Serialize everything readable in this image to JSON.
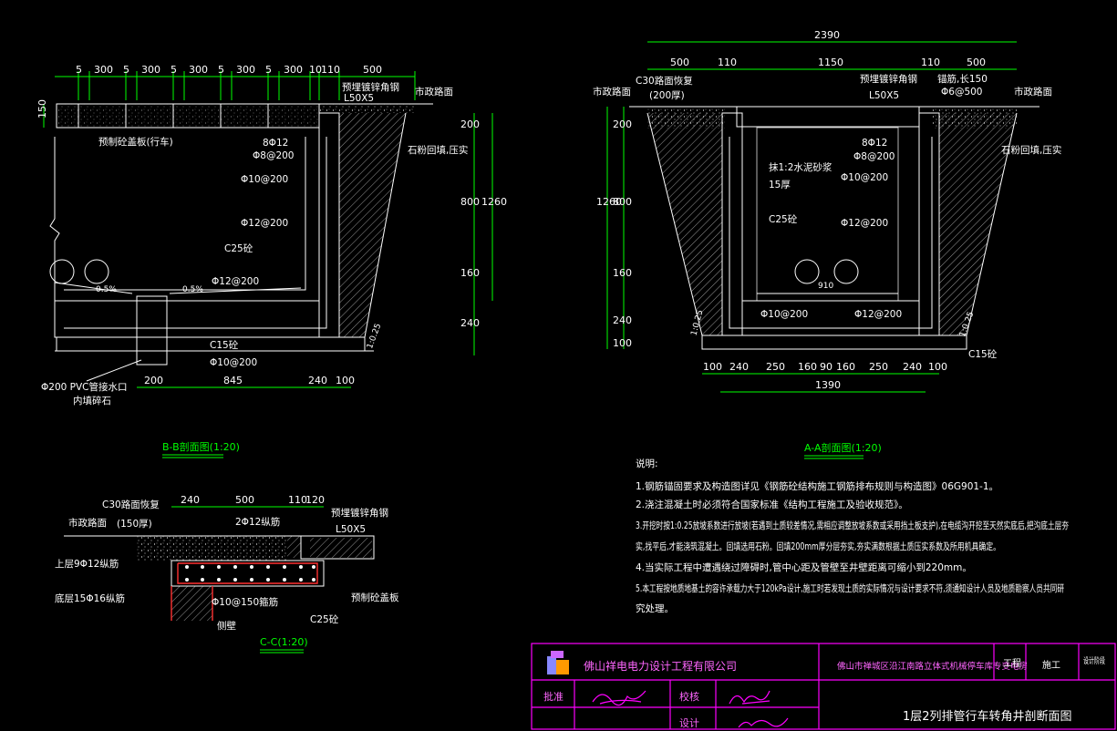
{
  "colors": {
    "background": "#000000",
    "dim": "#00ff00",
    "outline": "#ffffff",
    "label": "#ffffff",
    "rebar": "#ff3030",
    "title_box": "#ff00ff",
    "accent": "#00ffff"
  },
  "bb": {
    "top_dims": [
      "5",
      "300",
      "5",
      "300",
      "5",
      "300",
      "5",
      "300",
      "5",
      "300",
      "10",
      "110",
      "500"
    ],
    "left_dim": "150",
    "right_dims": [
      "200",
      "800",
      "1260",
      "160",
      "240"
    ],
    "bottom_dims": [
      "200",
      "845",
      "240",
      "100"
    ],
    "labels": {
      "angle": "预埋镀锌角钢",
      "angle_size": "L50X5",
      "road": "市政路面",
      "cover": "预制砼盖板(行车)",
      "backfill": "石粉回填,压实",
      "r1": "8Φ12",
      "r2": "Φ8@200",
      "r3": "Φ10@200",
      "r4": "Φ12@200",
      "c25": "C25砼",
      "r5": "Φ12@200",
      "c15": "C15砼",
      "r6": "Φ10@200",
      "slope1": "0.5%",
      "slope2": "0.5%",
      "pipe": "Φ200 PVC管接水口",
      "pipe2": "内填碎石",
      "ratio": "1:0.25"
    },
    "title": "B-B剖面图(1:20)"
  },
  "aa": {
    "top_total": "2390",
    "top_dims": [
      "500",
      "110",
      "1150",
      "110",
      "500"
    ],
    "left_dims": [
      "200",
      "800",
      "1260",
      "160",
      "240",
      "100"
    ],
    "bottom_dims": [
      "100",
      "240",
      "250",
      "160",
      "90",
      "160",
      "250",
      "240",
      "100"
    ],
    "bottom_total": "1390",
    "labels": {
      "c30": "C30路面恢复",
      "c30b": "(200厚)",
      "road_l": "市政路面",
      "angle": "预埋镀锌角钢",
      "angle_size": "L50X5",
      "rebar_top": "锚筋,长150",
      "rebar_top2": "Φ6@500",
      "road_r": "市政路面",
      "mortar": "抹1:2水泥砂浆",
      "mortar2": "15厚",
      "r1": "8Φ12",
      "r2": "Φ8@200",
      "r3": "Φ10@200",
      "r4": "Φ12@200",
      "c25": "C25砼",
      "backfill": "石粉回填,压实",
      "w910": "910",
      "r5": "Φ10@200",
      "r6": "Φ12@200",
      "ratio_l": "1:0.25",
      "ratio_r": "1:0.25",
      "c15": "C15砼"
    },
    "title": "A-A剖面图(1:20)"
  },
  "cc": {
    "top_dims": [
      "240",
      "500",
      "110",
      "120"
    ],
    "labels": {
      "c30": "C30路面恢复",
      "c30b": "(150厚)",
      "road": "市政路面",
      "r1": "2Φ12纵筋",
      "angle": "预埋镀锌角钢",
      "angle_size": "L50X5",
      "top_rebar": "上层9Φ12纵筋",
      "cover": "预制砼盖板",
      "bot_rebar": "底层15Φ16纵筋",
      "stirrup": "Φ10@150箍筋",
      "c25": "C25砼",
      "wall": "侧壁"
    },
    "title": "C-C(1:20)"
  },
  "notes": {
    "heading": "说明:",
    "lines": [
      "1.钢筋锚固要求及构造图详见《钢筋砼结构施工钢筋排布规则与构造图》06G901-1。",
      "2.浇注混凝土时必须符合国家标准《结构工程施工及验收规范》。",
      "3.开挖时按1:0.25放坡系数进行放坡(若遇到土质较差情况,需相应调整放坡系数或采用挡土板支护),在电缆沟开挖至天然实底后,把沟底土层夯",
      "实,找平后,才能浇筑混凝土。回填选用石粉。回填200mm厚分层夯实,夯实满数根据土质压实系数及所用机具确定。",
      "4.当实际工程中遭遇绕过障碍时,管中心距及管壁至井壁距离可缩小到220mm。",
      "5.本工程按地质地基土的容许承载力大于120kPa设计,施工时若发现土质的实际情况与设计要求不符,须通知设计人员及地质勘察人员共同研",
      "究处理。"
    ]
  },
  "titleblock": {
    "company": "佛山祥电电力设计工程有限公司",
    "project": "佛山市禅城区沿江南路立体式机械停车库专变电房",
    "project_label": "工程",
    "stage": "施工",
    "stage_label": "设计阶段",
    "approve": "批准",
    "check": "校核",
    "design": "设计",
    "drawing_title": "1层2列排管行车转角井剖断面图"
  }
}
